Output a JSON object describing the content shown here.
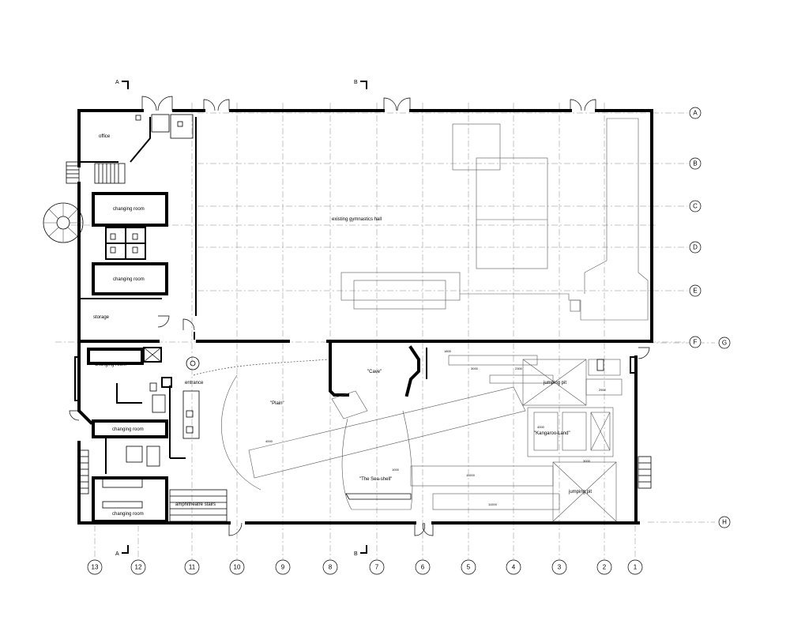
{
  "rooms": {
    "office": "office",
    "changing_room_1": "changing room",
    "changing_room_2": "changing room",
    "storage": "storage",
    "gym_hall": "existing gymnastics hall",
    "changing_room_3": "changing room",
    "entrance": "entrance",
    "changing_room_4": "changing room",
    "changing_room_5": "changing room",
    "amphitheatre": "amphitheatre stairs",
    "plain": "\"Plain\"",
    "cave": "\"Cave\"",
    "sea_shell": "\"The Sea-shell\"",
    "jumping_pit_1": "jumping pit",
    "kangaroo_land": "\"Kangaroo-Land\"",
    "jumping_pit_2": "jumping pit"
  },
  "grid_rows": [
    "A",
    "B",
    "C",
    "D",
    "E",
    "F",
    "G",
    "H"
  ],
  "grid_cols": [
    "13",
    "12",
    "11",
    "10",
    "9",
    "8",
    "7",
    "6",
    "5",
    "4",
    "3",
    "2",
    "1"
  ],
  "sections": {
    "a_top": "A",
    "b_top": "B",
    "a_bottom": "A",
    "b_bottom": "B"
  },
  "dimensions": {
    "d1": "1800",
    "d2": "3000",
    "d3": "2300",
    "d4": "11000",
    "d5": "11000",
    "d6": "4000",
    "d7": "3000",
    "d8": "2500",
    "d9": "4000",
    "d10": "1000"
  }
}
